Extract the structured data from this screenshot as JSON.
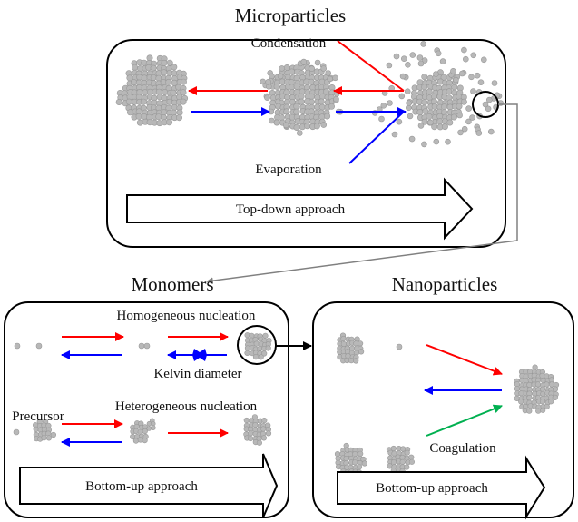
{
  "titles": {
    "microparticles": "Microparticles",
    "monomers": "Monomers",
    "nanoparticles": "Nanoparticles"
  },
  "micro": {
    "condensation": "Condensation",
    "evaporation": "Evaporation",
    "approach": "Top-down approach"
  },
  "mono": {
    "homogeneous": "Homogeneous nucleation",
    "kelvin": "Kelvin diameter",
    "heterogeneous": "Heterogeneous nucleation",
    "precursor": "Precursor",
    "approach": "Bottom-up approach"
  },
  "nano": {
    "coagulation": "Coagulation",
    "approach": "Bottom-up approach"
  },
  "colors": {
    "condensation": "#ff0000",
    "evaporation": "#0000ff",
    "coagulation": "#00b050",
    "particle": "#b8b8b8",
    "link": "#808080"
  }
}
